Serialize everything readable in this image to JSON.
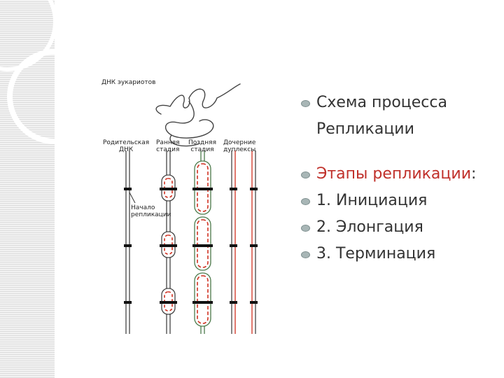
{
  "diagram": {
    "labels": {
      "eukaryote_dna": "ДНК эукариотов",
      "parent_dna_line1": "Родительская",
      "parent_dna_line2": "ДНК",
      "early_stage_line1": "Ранняя",
      "early_stage_line2": "стадия",
      "late_stage_line1": "Поздняя",
      "late_stage_line2": "стадия",
      "daughter_line1": "Дочерние",
      "daughter_line2": "дуплексы",
      "origin_line1": "Начало",
      "origin_line2": "репликации"
    },
    "colors": {
      "strand": "#333333",
      "new_strand": "#d03020",
      "origin": "#111111",
      "late_outline": "#4a7a4a"
    }
  },
  "bullets": {
    "title_line1": "Схема процесса",
    "title_line2": "Репликации",
    "stages_label": "Этапы репликации",
    "stages_colon": ":",
    "items": [
      "1. Инициация",
      "2. Элонгация",
      "3. Терминация"
    ]
  }
}
